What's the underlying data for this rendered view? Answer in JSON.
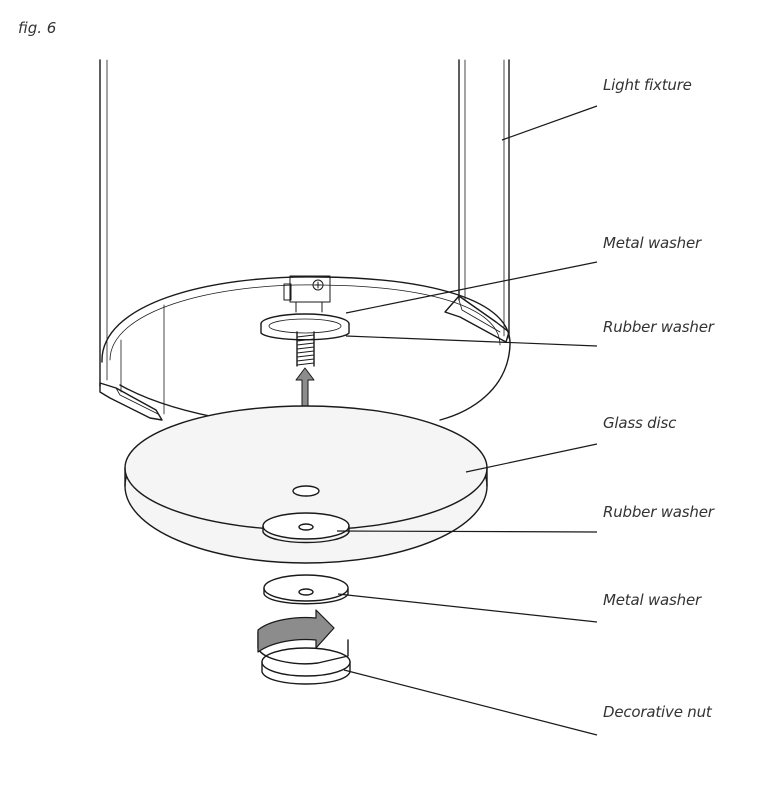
{
  "figure": {
    "label": "fig. 6"
  },
  "callouts": {
    "light_fixture": "Light fixture",
    "metal_washer_top": "Metal washer",
    "rubber_washer_top": "Rubber washer",
    "glass_disc": "Glass disc",
    "rubber_washer_bottom": "Rubber washer",
    "metal_washer_bottom": "Metal washer",
    "decorative_nut": "Decorative nut"
  },
  "colors": {
    "line": "#1a1a1a",
    "text": "#333333",
    "arrow_fill": "#8c8c8c",
    "glass_fill": "#f5f5f5"
  }
}
